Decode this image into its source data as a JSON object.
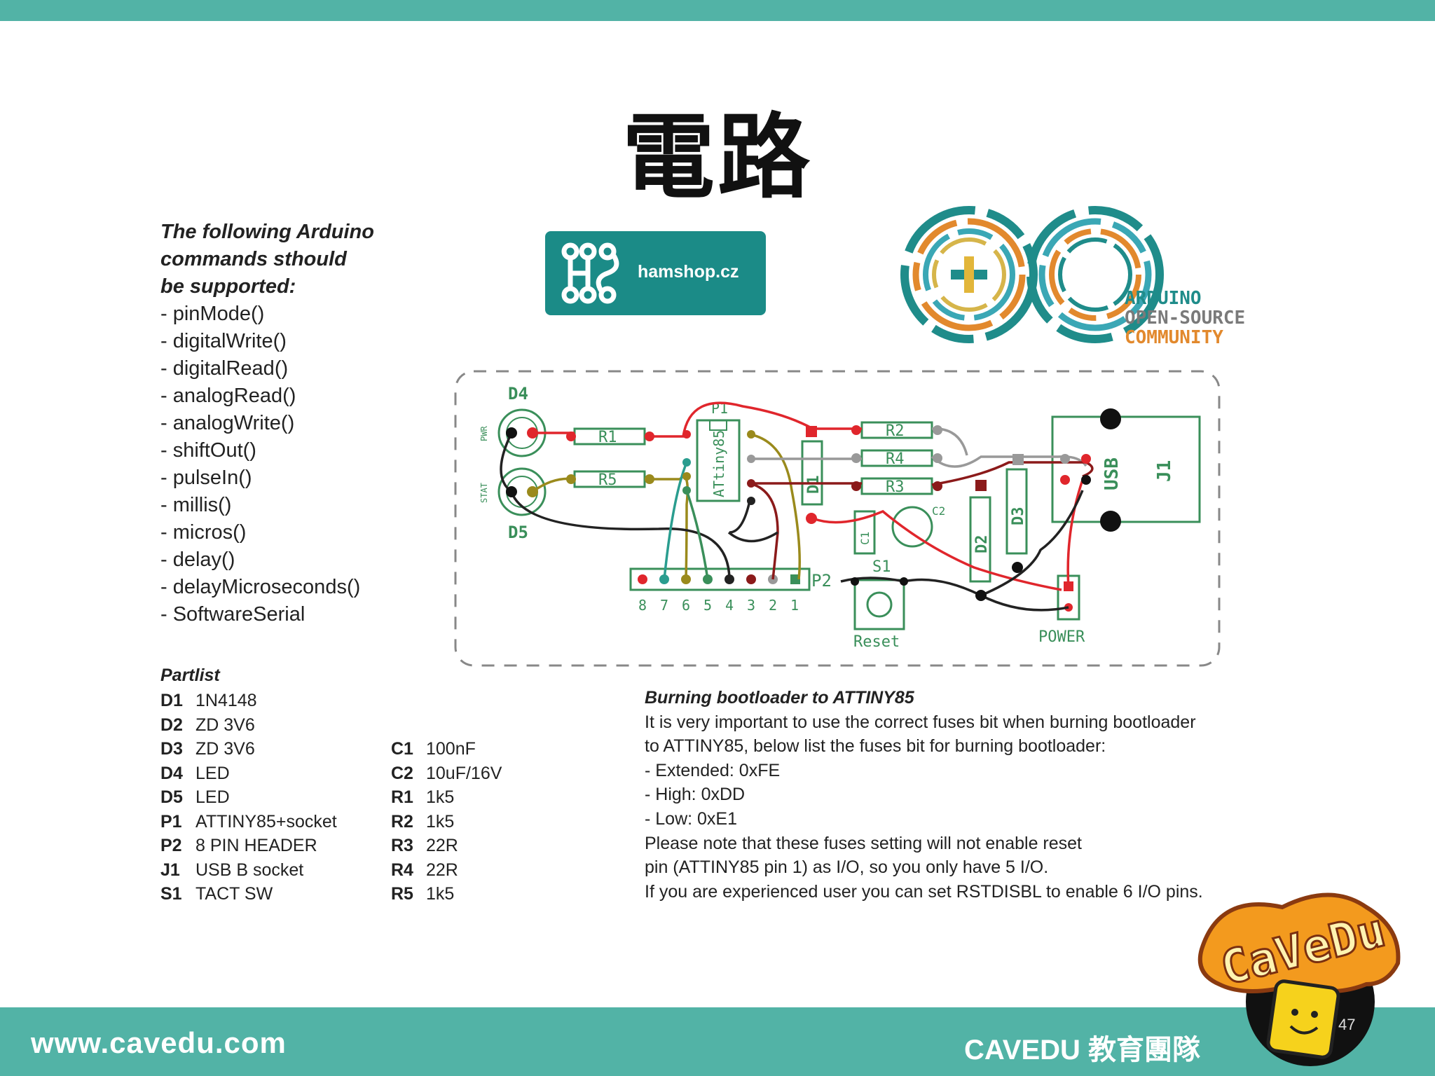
{
  "slide": {
    "title": "電路",
    "page_number": "47"
  },
  "commands": {
    "heading_lines": [
      "The following Arduino",
      "commands sthould",
      "be supported:"
    ],
    "items": [
      "- pinMode()",
      "- digitalWrite()",
      "- digitalRead()",
      "- analogRead()",
      "- analogWrite()",
      "- shiftOut()",
      "- pulseIn()",
      "- millis()",
      "- micros()",
      "- delay()",
      "- delayMicroseconds()",
      "- SoftwareSerial"
    ]
  },
  "partlist": {
    "title": "Partlist",
    "col1": [
      {
        "code": "D1",
        "value": "1N4148"
      },
      {
        "code": "D2",
        "value": "ZD 3V6"
      },
      {
        "code": "D3",
        "value": "ZD 3V6"
      },
      {
        "code": "D4",
        "value": "LED"
      },
      {
        "code": "D5",
        "value": "LED"
      },
      {
        "code": "P1",
        "value": "ATTINY85+socket"
      },
      {
        "code": "P2",
        "value": "8 PIN HEADER"
      },
      {
        "code": "J1",
        "value": "USB B socket"
      },
      {
        "code": "S1",
        "value": "TACT SW"
      }
    ],
    "col2": [
      {
        "code": "C1",
        "value": "100nF"
      },
      {
        "code": "C2",
        "value": "10uF/16V"
      },
      {
        "code": "R1",
        "value": "1k5"
      },
      {
        "code": "R2",
        "value": "1k5"
      },
      {
        "code": "R3",
        "value": "22R"
      },
      {
        "code": "R4",
        "value": "22R"
      },
      {
        "code": "R5",
        "value": "1k5"
      }
    ]
  },
  "bootloader": {
    "heading": "Burning bootloader to ATTINY85",
    "lines": [
      "It is very important to use the correct fuses bit when burning bootloader",
      "to ATTINY85, below list the fuses bit for burning bootloader:",
      "-    Extended: 0xFE",
      "-    High: 0xDD",
      "-    Low: 0xE1",
      "Please note that these fuses setting will not enable reset",
      "pin (ATTINY85 pin 1) as I/O, so you only have 5 I/O.",
      "If you are experienced user you can set RSTDISBL to enable 6 I/O pins."
    ]
  },
  "logos": {
    "hamshop": "hamshop.cz",
    "arduino_lines": [
      "ARDUINO",
      "OPEN-SOURCE",
      "COMMUNITY"
    ],
    "cavedu": "CaVeDu"
  },
  "board": {
    "labels": {
      "d4": "D4",
      "d5": "D5",
      "pwr": "PWR",
      "stat": "STAT",
      "r1": "R1",
      "r5": "R5",
      "r2": "R2",
      "r4": "R4",
      "r3": "R3",
      "p1": "P1",
      "attiny": "ATtiny85",
      "d1": "D1",
      "d2": "D2",
      "d3": "D3",
      "c1": "C1",
      "c2": "C2",
      "s1": "S1",
      "reset": "Reset",
      "power": "POWER",
      "usb": "USB",
      "j1": "J1",
      "p2": "P2"
    },
    "pin_numbers": [
      "8",
      "7",
      "6",
      "5",
      "4",
      "3",
      "2",
      "1"
    ]
  },
  "footer": {
    "website": "www.cavedu.com",
    "team": "CAVEDU 教育團隊"
  },
  "colors": {
    "accent_bar": "#52b3a6",
    "hamshop_bg": "#1b8b87",
    "wire_red": "#e0262c",
    "wire_black": "#222222",
    "wire_olive": "#9a8a1c",
    "wire_teal": "#2a9d8f",
    "wire_gray": "#999999",
    "pcb_green": "#3a8f5a"
  }
}
